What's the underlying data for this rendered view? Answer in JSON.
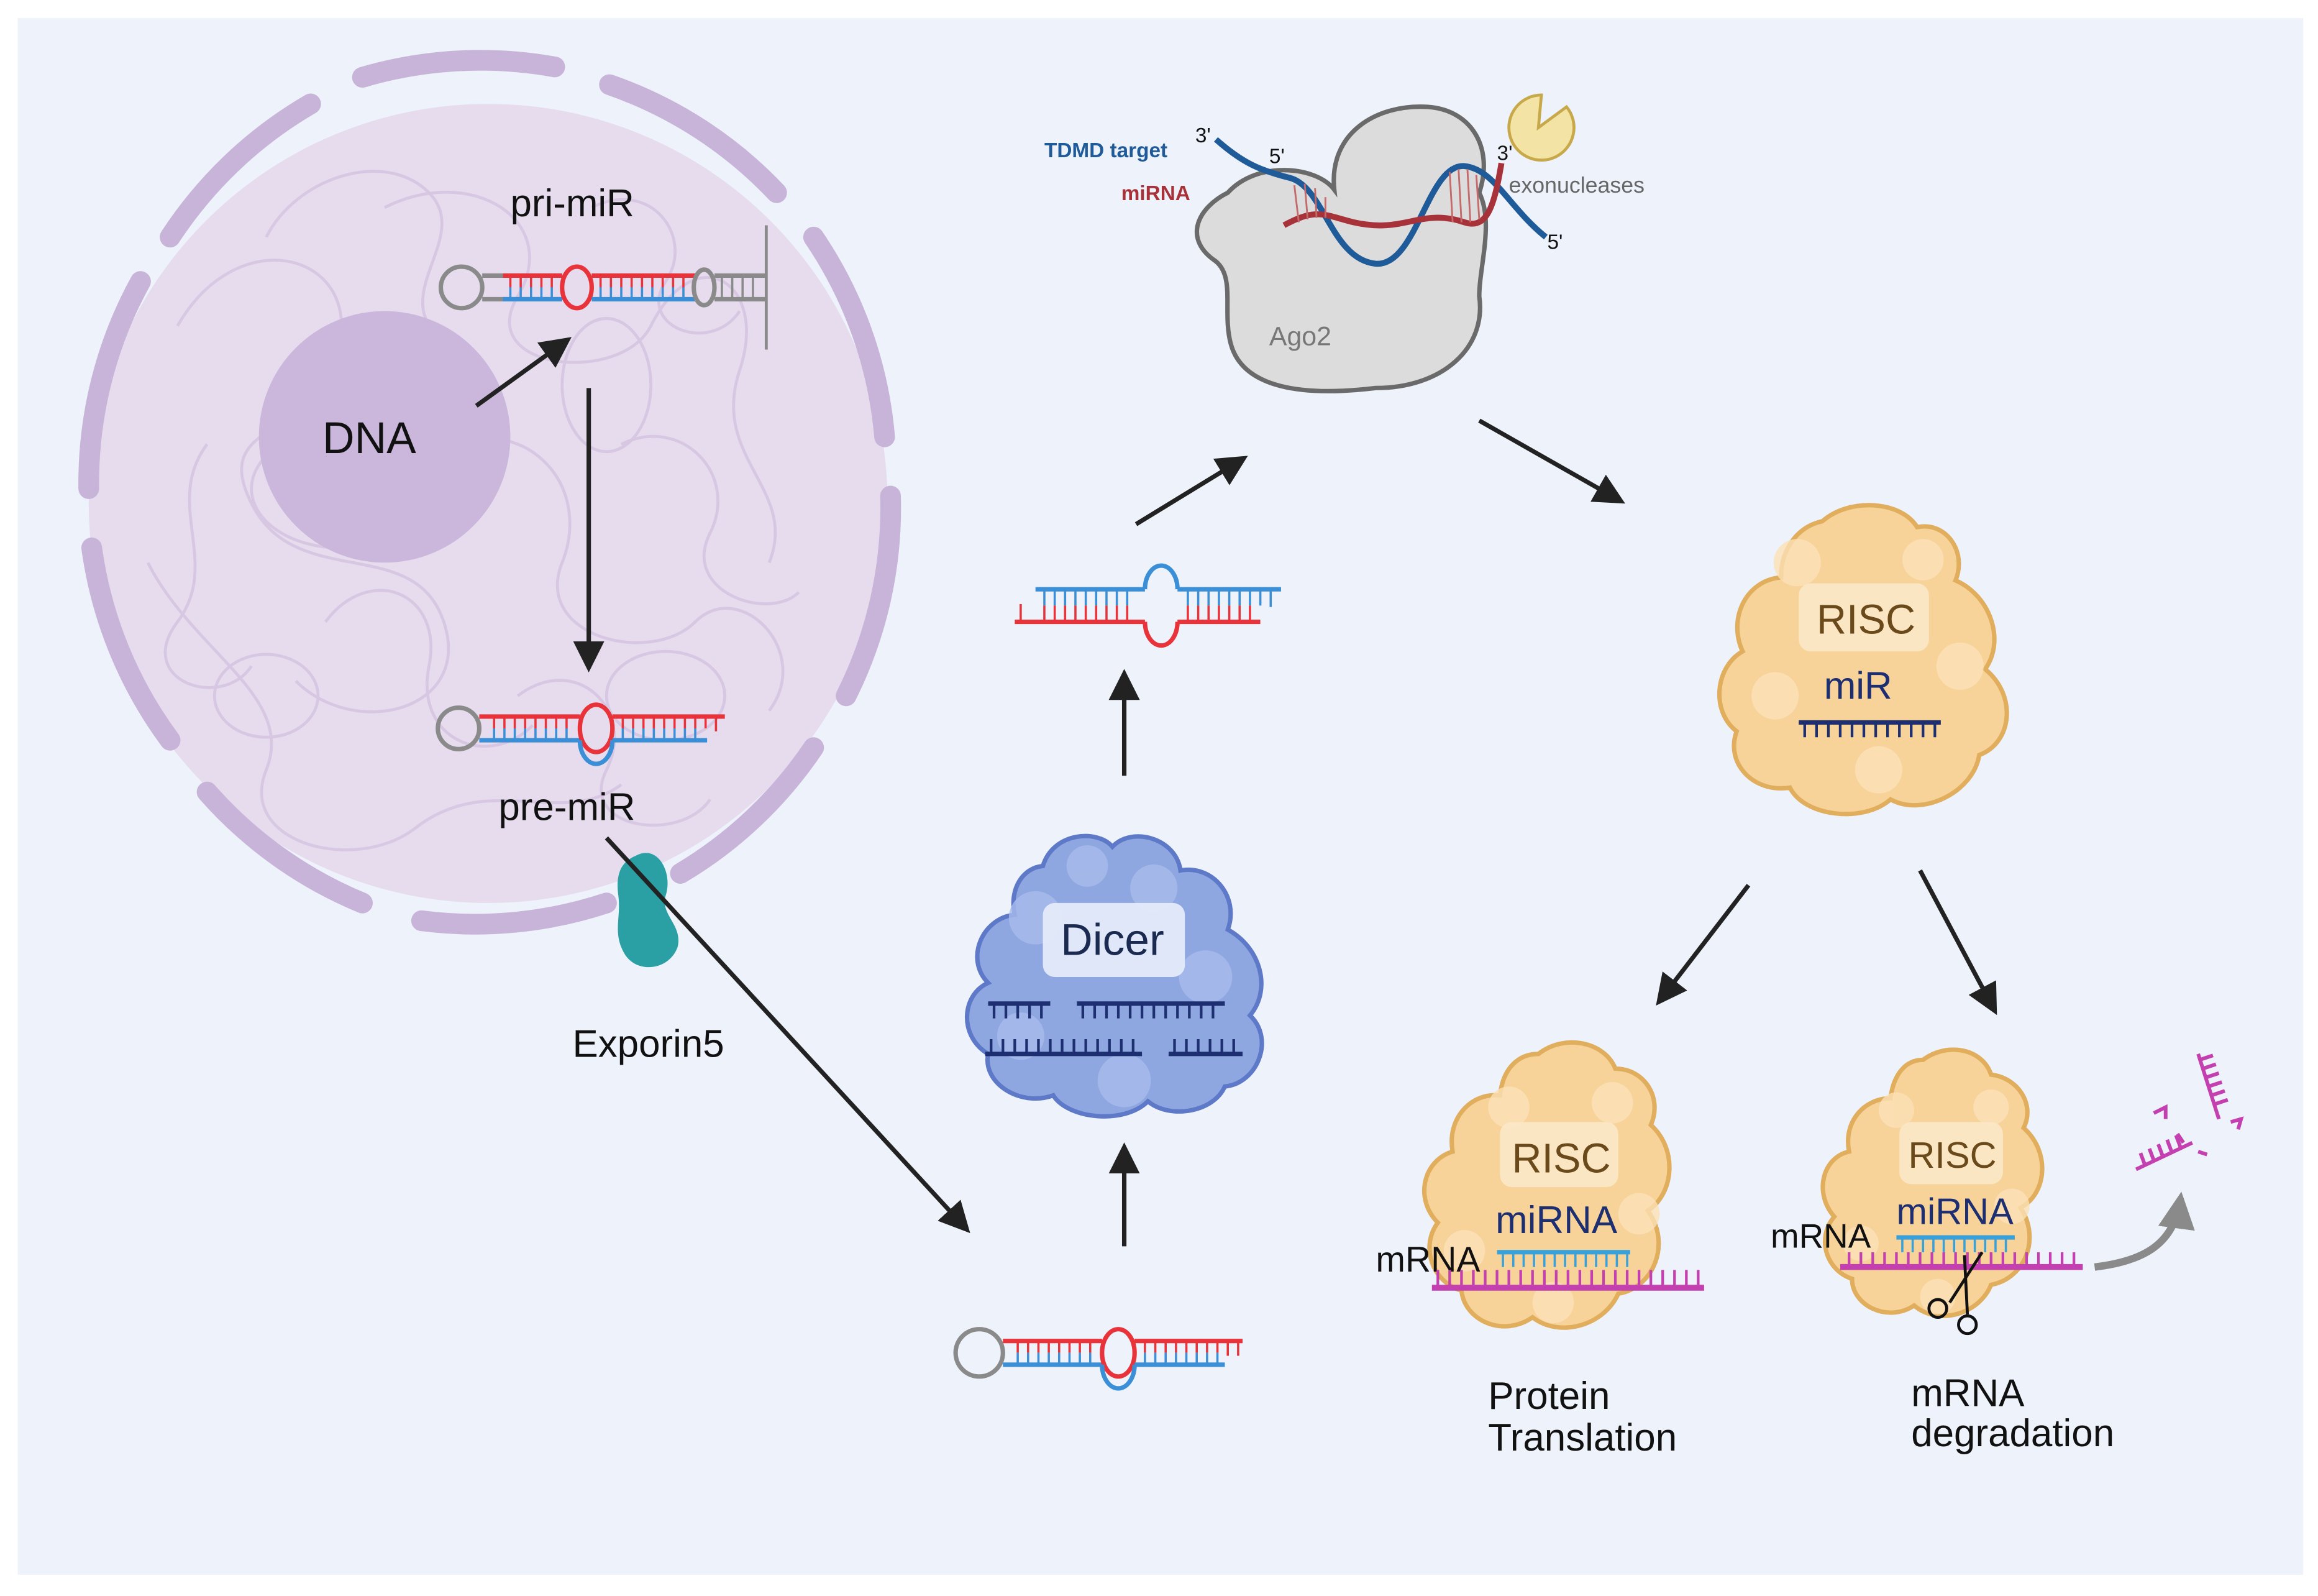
{
  "labels": {
    "dna": "DNA",
    "pri_mir": "pri-miR",
    "pre_mir": "pre-miR",
    "exporin": "Exporin5",
    "dicer": "Dicer",
    "tdmd_target": "TDMD target",
    "mirna_strand": "miRNA",
    "ago2": "Ago2",
    "exonucleases": "exonucleases",
    "three_prime": "3'",
    "five_prime": "5'",
    "risc": "RISC",
    "mir": "miR",
    "mirna": "miRNA",
    "mrna": "mRNA",
    "protein_translation_1": "Protein",
    "protein_translation_2": "Translation",
    "mrna_degradation_1": "mRNA",
    "mrna_degradation_2": "degradation"
  },
  "colors": {
    "background": "#edf2fb",
    "nucleus_fill": "#e6dced",
    "nucleus_envelope": "#c8b4d8",
    "dna_blob": "#cbb7dc",
    "strand_red": "#e8333a",
    "strand_blue": "#3a8fd6",
    "loop_gray": "#8a8a8a",
    "exporin": "#2aa0a5",
    "dicer_fill": "#8fa7e0",
    "dicer_edge": "#5d79c8",
    "risc_fill": "#f7d39a",
    "risc_edge": "#e0ae5c",
    "mir_navy": "#1d2f70",
    "mrna_magenta": "#c43fb0",
    "ago2_fill": "#dcdcdc",
    "exonuclease": "#f3e4a6",
    "tdmd_blue": "#1f5a99",
    "mirna_dark_red": "#a8323a"
  }
}
